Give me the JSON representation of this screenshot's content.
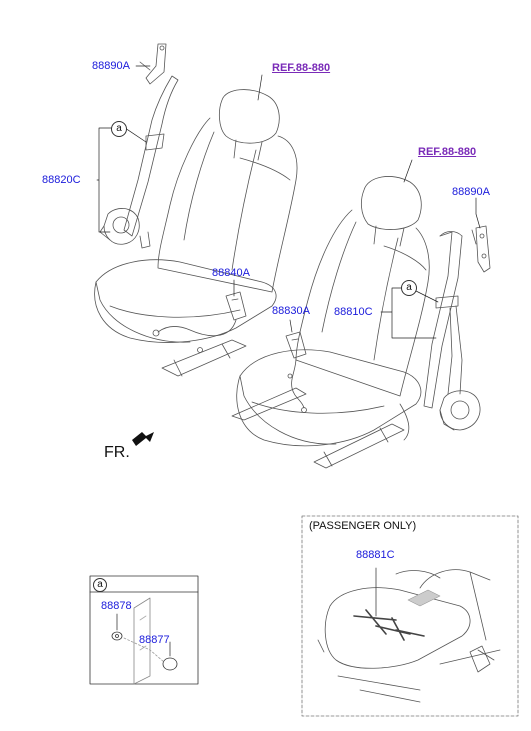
{
  "references": {
    "left": "REF.88-880",
    "right": "REF.88-880"
  },
  "parts": {
    "p88890A_left": "88890A",
    "p88820C": "88820C",
    "p88840A": "88840A",
    "p88830A": "88830A",
    "p88810C": "88810C",
    "p88890A_right": "88890A",
    "p88878": "88878",
    "p88877": "88877",
    "p88881C": "88881C"
  },
  "callouts": {
    "a1": "a",
    "a2": "a",
    "a_box": "a"
  },
  "direction": {
    "label": "FR."
  },
  "passenger_box": {
    "title": "(PASSENGER ONLY)"
  },
  "colors": {
    "part_label": "#1a1adb",
    "reference": "#7a2bb8",
    "line_art": "#555555"
  }
}
